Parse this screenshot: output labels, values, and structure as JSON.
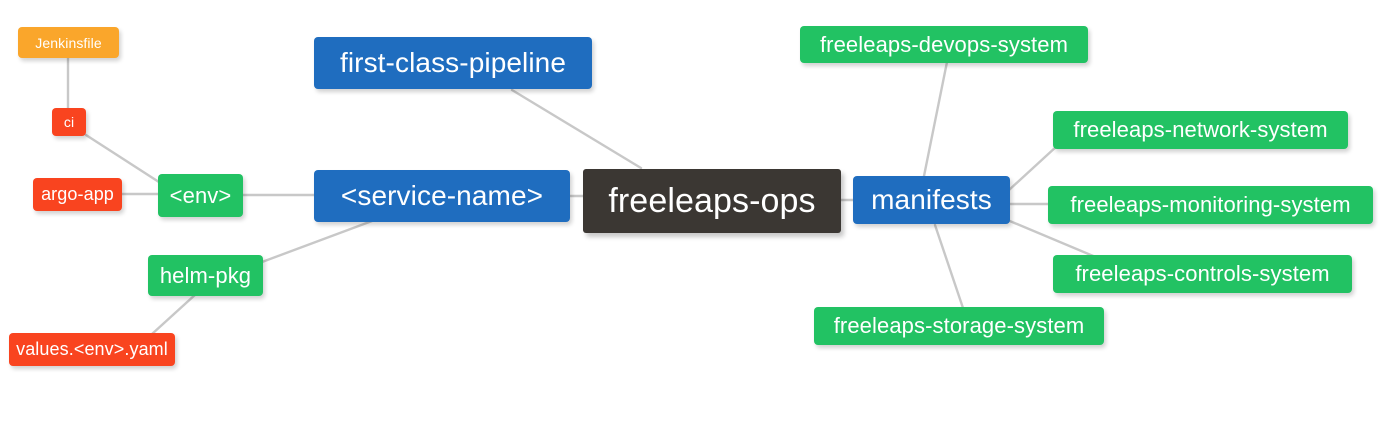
{
  "diagram": {
    "title": "freeleaps-ops repository mind map",
    "background": "#ffffff",
    "edge_color": "#c8c8c8",
    "palette": {
      "root": "#3b3733",
      "blue": "#1f6dbf",
      "green": "#22c263",
      "red": "#f9441f",
      "orange": "#faa62b",
      "text": "#ffffff"
    }
  },
  "nodes": {
    "root": {
      "label": "freeleaps-ops",
      "color": "#3b3733"
    },
    "first_class_pipeline": {
      "label": "first-class-pipeline",
      "color": "#1f6dbf"
    },
    "service_name": {
      "label": "<service-name>",
      "color": "#1f6dbf"
    },
    "env": {
      "label": "<env>",
      "color": "#22c263"
    },
    "ci": {
      "label": "ci",
      "color": "#f9441f"
    },
    "jenkinsfile": {
      "label": "Jenkinsfile",
      "color": "#faa62b"
    },
    "argo_app": {
      "label": "argo-app",
      "color": "#f9441f"
    },
    "helm_pkg": {
      "label": "helm-pkg",
      "color": "#22c263"
    },
    "values_yaml": {
      "label": "values.<env>.yaml",
      "color": "#f9441f"
    },
    "manifests": {
      "label": "manifests",
      "color": "#1f6dbf"
    },
    "devops_system": {
      "label": "freeleaps-devops-system",
      "color": "#22c263"
    },
    "network_system": {
      "label": "freeleaps-network-system",
      "color": "#22c263"
    },
    "monitoring_system": {
      "label": "freeleaps-monitoring-system",
      "color": "#22c263"
    },
    "controls_system": {
      "label": "freeleaps-controls-system",
      "color": "#22c263"
    },
    "storage_system": {
      "label": "freeleaps-storage-system",
      "color": "#22c263"
    }
  },
  "edges": [
    {
      "from": "first_class_pipeline",
      "to": "root"
    },
    {
      "from": "service_name",
      "to": "root"
    },
    {
      "from": "env",
      "to": "service_name"
    },
    {
      "from": "ci",
      "to": "env"
    },
    {
      "from": "jenkinsfile",
      "to": "ci"
    },
    {
      "from": "argo_app",
      "to": "env"
    },
    {
      "from": "helm_pkg",
      "to": "service_name"
    },
    {
      "from": "values_yaml",
      "to": "helm_pkg"
    },
    {
      "from": "manifests",
      "to": "root"
    },
    {
      "from": "devops_system",
      "to": "manifests"
    },
    {
      "from": "network_system",
      "to": "manifests"
    },
    {
      "from": "monitoring_system",
      "to": "manifests"
    },
    {
      "from": "controls_system",
      "to": "manifests"
    },
    {
      "from": "storage_system",
      "to": "manifests"
    }
  ]
}
